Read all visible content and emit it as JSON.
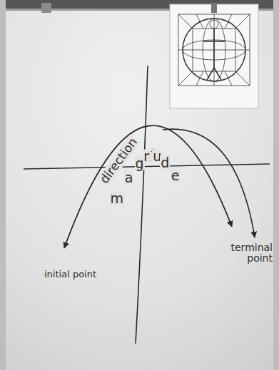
{
  "diagram": {
    "labels": [
      "direction",
      "magnitude",
      "initial point",
      "terminal point"
    ]
  }
}
